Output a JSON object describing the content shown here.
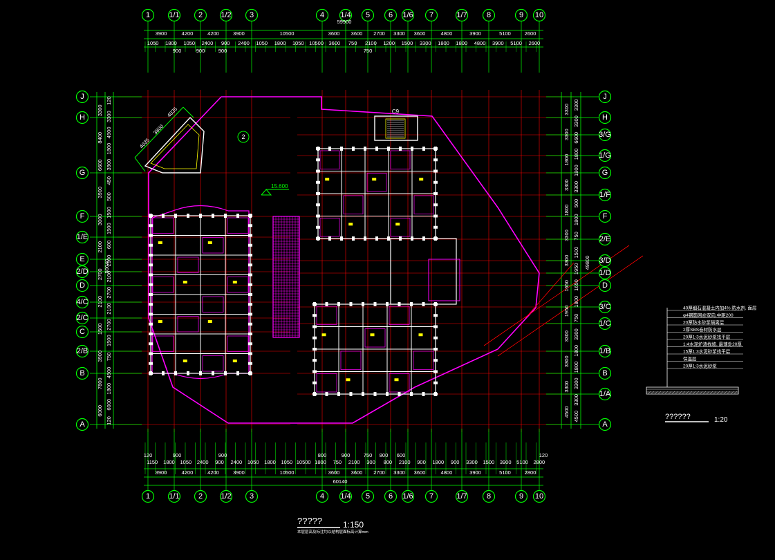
{
  "top_axes": [
    "1",
    "1/1",
    "2",
    "1/2",
    "3",
    "4",
    "1/4",
    "5",
    "6",
    "1/6",
    "7",
    "1/7",
    "8",
    "9",
    "10"
  ],
  "bottom_axes": [
    "1",
    "1/1",
    "2",
    "1/2",
    "3",
    "4",
    "1/4",
    "5",
    "6",
    "1/6",
    "7",
    "1/7",
    "8",
    "9",
    "10"
  ],
  "left_axes": [
    "J",
    "H",
    "G",
    "F",
    "1/E",
    "E",
    "2/D",
    "D",
    "4/C",
    "2/C",
    "C",
    "2/B",
    "B",
    "A"
  ],
  "right_axes": [
    "J",
    "H",
    "3/G",
    "1/G",
    "G",
    "1/F",
    "F",
    "2/E",
    "3/D",
    "1/D",
    "D",
    "3/C",
    "1/C",
    "1/B",
    "B",
    "1/A",
    "A"
  ],
  "top_dims": {
    "overall": "59900",
    "row1": [
      "3900",
      "4200",
      "4200",
      "3900",
      "10500",
      "3600",
      "3600",
      "2700",
      "3300",
      "3600",
      "4800",
      "3900",
      "5100",
      "2600"
    ],
    "row2": [
      "1050",
      "1800",
      "1050",
      "2400",
      "900",
      "2400",
      "1050",
      "1800",
      "1050",
      "10500",
      "3600",
      "750",
      "2100",
      "1200",
      "1500",
      "3300",
      "1800",
      "1800",
      "4800",
      "3900",
      "5100",
      "2600"
    ],
    "row2_sub": [
      "900",
      "900",
      "900",
      "750"
    ]
  },
  "bottom_dims": {
    "overall": "60140",
    "row1": [
      "3900",
      "4200",
      "4200",
      "3900",
      "10500",
      "3600",
      "3600",
      "2700",
      "3300",
      "3600",
      "4800",
      "3900",
      "5100",
      "2800"
    ],
    "row2": [
      "1150",
      "1800",
      "1050",
      "2400",
      "900",
      "2400",
      "1050",
      "1800",
      "1050",
      "10500",
      "1800",
      "750",
      "2100",
      "300",
      "800",
      "2100",
      "900",
      "1800",
      "900",
      "3300",
      "1500",
      "3900",
      "5100",
      "2800"
    ],
    "row2_sub": [
      "120",
      "900",
      "900",
      "800",
      "900",
      "750",
      "800",
      "600",
      "120"
    ]
  },
  "left_dims": {
    "outer": [
      "3300",
      "8400",
      "6600",
      "3900",
      "3000",
      "2100",
      "2700",
      "2100",
      "1500",
      "3900",
      "7800",
      "6000"
    ],
    "inner": [
      "120",
      "3300",
      "4900",
      "1800",
      "3900",
      "450",
      "500",
      "1500",
      "1500",
      "600",
      "2100",
      "2100",
      "2700",
      "2100",
      "2700",
      "1500",
      "750",
      "4500",
      "1800",
      "6000",
      "120"
    ],
    "overall": "50040"
  },
  "right_dims": {
    "outer": [
      "3300",
      "3300",
      "1800",
      "3300",
      "1800",
      "3300",
      "3300",
      "1650",
      "1950",
      "3300",
      "3300",
      "3300",
      "4500"
    ],
    "inner": [
      "3300",
      "3300",
      "6600",
      "1800",
      "1800",
      "3300",
      "500",
      "1800",
      "750",
      "1500",
      "1950",
      "1650",
      "1800",
      "750",
      "3300",
      "1800",
      "1800",
      "3300",
      "3300",
      "4500"
    ],
    "overall": "49800"
  },
  "annotations": {
    "level": "15.600",
    "stair_label": "C9",
    "diag_dims": [
      "4035",
      "3800",
      "4035"
    ],
    "circle_mark": "2"
  },
  "legend": {
    "lines": [
      "40厚细石混凝土内加4% 防水剂, 面层",
      "φ4钢筋网@双向,中距200",
      "20厚防水砂浆隔离层",
      "2厚SBS卷材防水层",
      "20厚1:3水泥砂浆找平层",
      "1:4水泥炉渣找坡, 最薄处20厚",
      "15厚1:3水泥砂浆找平层",
      "保温层",
      "20厚1:3水泥砂浆"
    ],
    "title": "??????",
    "scale": "1:20"
  },
  "main_title": {
    "text": "?????",
    "scale": "1:150",
    "note": "本层层高及标注均以结构层面标高计算mm"
  },
  "colors": {
    "axis": "#00ff00",
    "wall": "#ffffff",
    "parapet": "#ff00ff",
    "grid": "#ff0000",
    "text": "#ffffff",
    "accent": "#ffff00",
    "background": "#000000"
  }
}
